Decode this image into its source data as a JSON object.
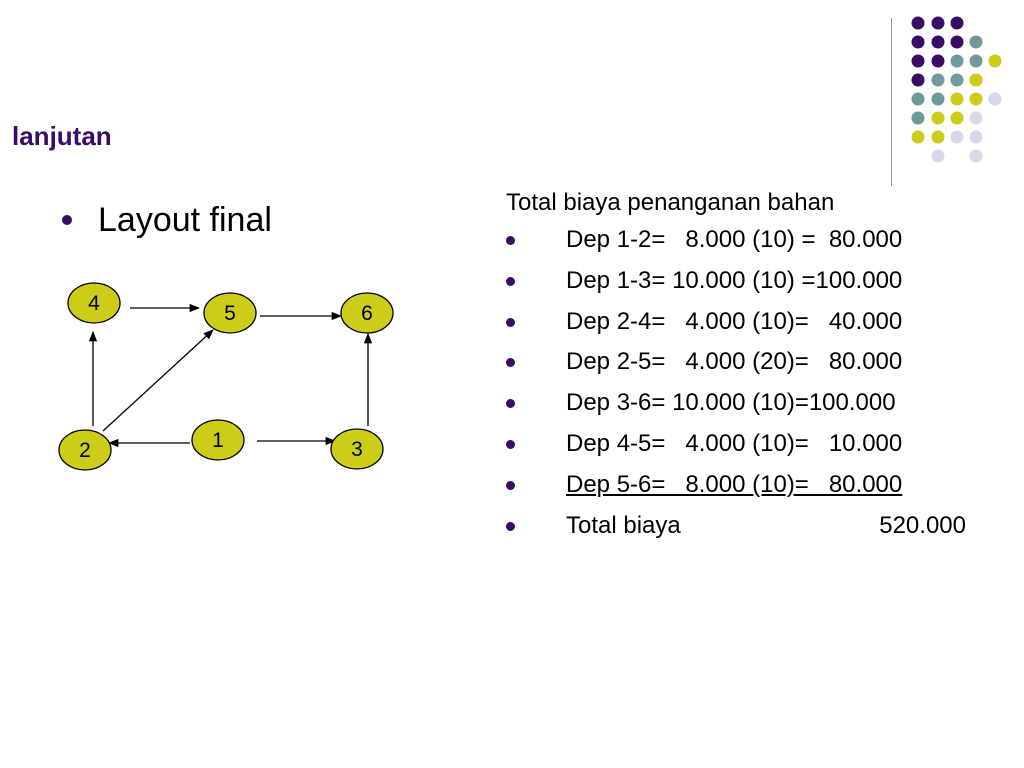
{
  "slide": {
    "title": "lanjutan",
    "bullet": "Layout final"
  },
  "theme": {
    "accent_purple": "#3a0c66",
    "accent_teal": "#6f9a9a",
    "accent_yellow": "#cccc19",
    "accent_lavender": "#d8d8ea",
    "node_fill": "#cccc19"
  },
  "diagram": {
    "nodes": [
      {
        "id": "4",
        "label": "4"
      },
      {
        "id": "5",
        "label": "5"
      },
      {
        "id": "6",
        "label": "6"
      },
      {
        "id": "1",
        "label": "1"
      },
      {
        "id": "2",
        "label": "2"
      },
      {
        "id": "3",
        "label": "3"
      }
    ],
    "edges": [
      {
        "from": "4",
        "to": "5"
      },
      {
        "from": "5",
        "to": "6"
      },
      {
        "from": "2",
        "to": "4"
      },
      {
        "from": "2",
        "to": "5"
      },
      {
        "from": "1",
        "to": "2"
      },
      {
        "from": "1",
        "to": "3"
      },
      {
        "from": "3",
        "to": "6"
      }
    ]
  },
  "costs": {
    "heading": "Total biaya penanganan bahan",
    "rows": [
      {
        "text": "Dep 1-2=   8.000 (10) =  80.000"
      },
      {
        "text": "Dep 1-3= 10.000 (10) =100.000"
      },
      {
        "text": "Dep 2-4=   4.000 (10)=   40.000"
      },
      {
        "text": "Dep 2-5=   4.000 (20)=   80.000"
      },
      {
        "text": "Dep 3-6= 10.000 (10)=100.000"
      },
      {
        "text": "Dep 4-5=   4.000 (10)=   10.000"
      },
      {
        "text": "Dep 5-6=   8.000 (10)=   80.000"
      }
    ],
    "total_label": "Total biaya",
    "total_value": "520.000"
  }
}
